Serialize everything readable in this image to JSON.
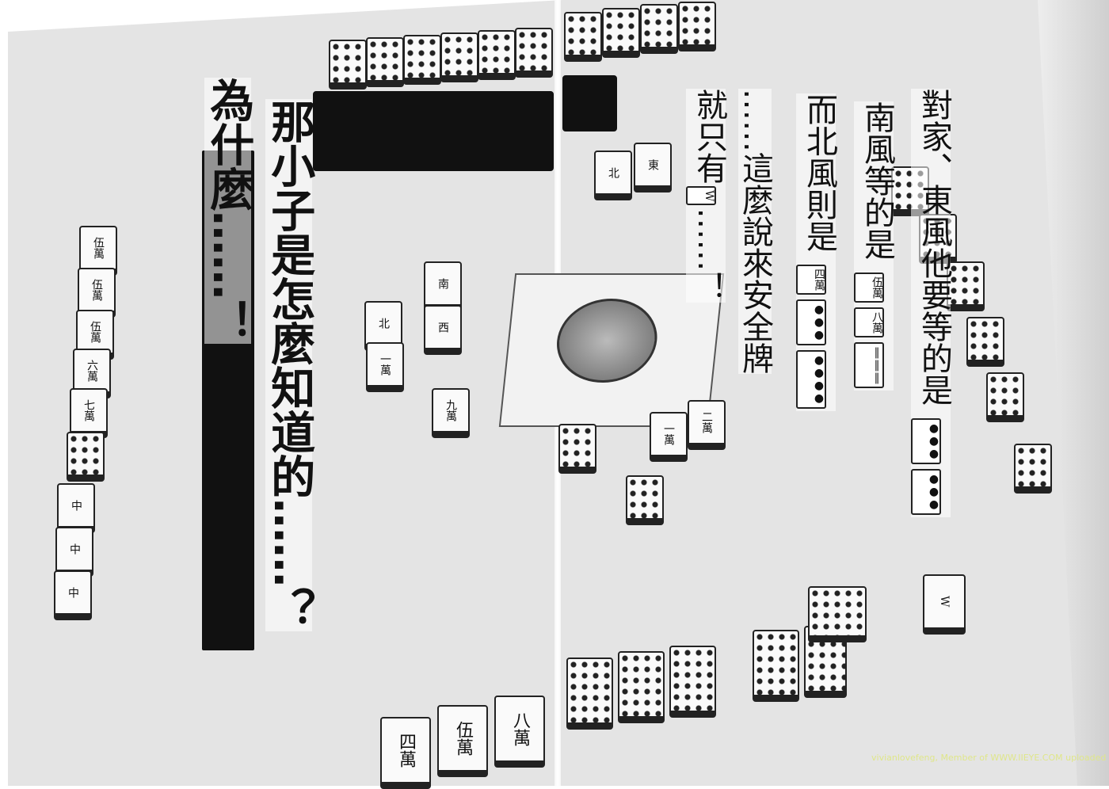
{
  "bubbles": {
    "toimen": {
      "text": "對家、東風他要等的是",
      "tiles": [
        "●●●",
        "●●●"
      ]
    },
    "nan": {
      "text": "南風等的是",
      "tiles": [
        "伍萬",
        "八萬",
        "‖‖‖"
      ]
    },
    "pei": {
      "text": "而北風則是",
      "tiles": [
        "四萬",
        "●●●",
        "●●●●"
      ]
    },
    "safe": {
      "text": "……這麼說來安全牌"
    },
    "only": {
      "text": "就只有",
      "tile": "W",
      "tail": "……！"
    },
    "how": {
      "text": "那小子是怎麼知道的……？"
    },
    "why": {
      "text": "為什麼……！"
    }
  },
  "tiles": {
    "left_column": [
      "伍萬",
      "伍萬",
      "伍萬",
      "六萬",
      "七萬",
      "中",
      "中",
      "中"
    ],
    "discard_left": [
      "南",
      "西",
      "北",
      "一萬",
      "九萬"
    ],
    "discard_top": [
      "北",
      "東"
    ],
    "discard_center": [
      "一萬",
      "二萬"
    ],
    "bottom_hand": [
      "四萬",
      "伍萬",
      "八萬"
    ]
  },
  "watermark": "vivianlovefeng, Member of WWW.IIEYE.COM uploaded"
}
